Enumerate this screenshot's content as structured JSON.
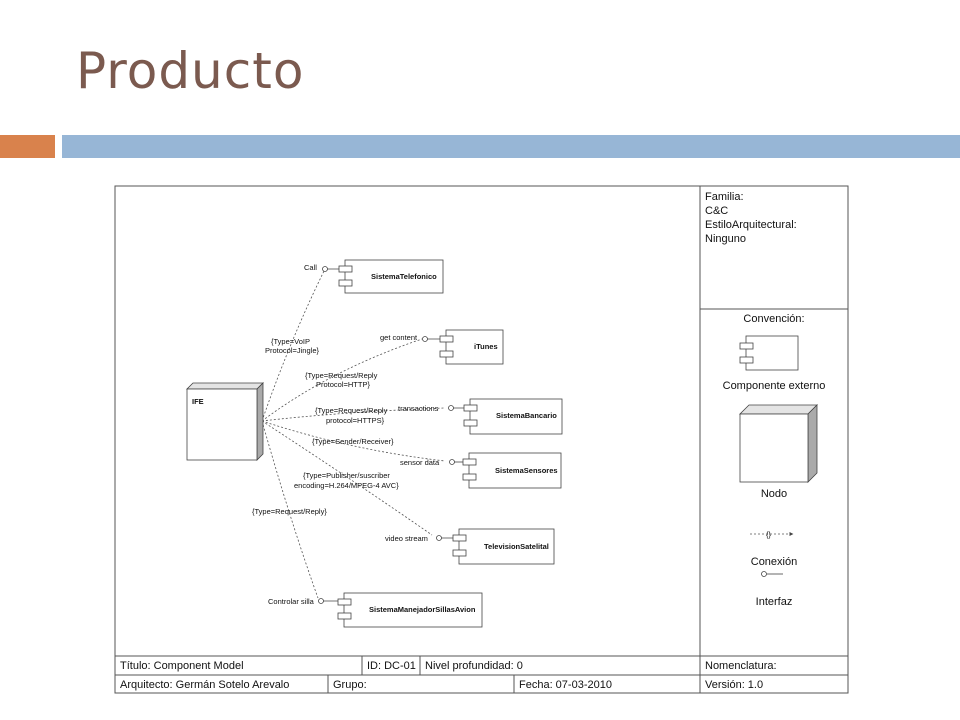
{
  "slide": {
    "title": "Producto"
  },
  "colors": {
    "title": "#7b5a4f",
    "accent_orange": "#d9824c",
    "accent_blue": "#97b6d6",
    "diagram_line": "#555555"
  },
  "diagram": {
    "main_node": "IFE",
    "components": [
      {
        "id": "telefonico",
        "name": "SistemaTelefonico",
        "interface": "Call"
      },
      {
        "id": "itunes",
        "name": "iTunes",
        "interface": "get content"
      },
      {
        "id": "bancario",
        "name": "SistemaBancario",
        "interface": "transactions"
      },
      {
        "id": "sensores",
        "name": "SistemaSensores",
        "interface": "sensor data"
      },
      {
        "id": "satelital",
        "name": "TelevisionSatelital",
        "interface": "video stream"
      },
      {
        "id": "sillas",
        "name": "SistemaManejadorSillasAvion",
        "interface": "Controlar silla"
      }
    ],
    "connector_labels": {
      "voip": [
        "{Type=VoIP",
        "Protocol=Jingle}"
      ],
      "http": [
        "{Type=Request/Reply",
        "Protocol=HTTP}"
      ],
      "https": [
        "{Type=Request/Reply",
        "protocol=HTTPS}"
      ],
      "sender": [
        "{Type=Sender/Receiver}"
      ],
      "pubsub": [
        "{Type=Publisher/suscriber",
        "encoding=H.264/MPEG-4 AVC}"
      ],
      "reqreply": [
        "{Type=Request/Reply}"
      ]
    }
  },
  "sidebar": {
    "familia_lines": [
      "Familia:",
      "C&C",
      "EstiloArquitectural:",
      "Ninguno"
    ],
    "convencion_title": "Convención:",
    "componente_label": "Componente externo",
    "nodo_label": "Nodo",
    "connector_symbol": "{}",
    "conexion_label": "Conexión",
    "interfaz_label": "Interfaz"
  },
  "footer": {
    "titulo": "Título: Component Model",
    "id": "ID: DC-01",
    "nivel": "Nivel profundidad: 0",
    "nomenclatura": "Nomenclatura:",
    "arquitecto": "Arquitecto: Germán Sotelo Arevalo",
    "grupo": "Grupo:",
    "fecha": "Fecha: 07-03-2010",
    "version": "Versión: 1.0"
  }
}
